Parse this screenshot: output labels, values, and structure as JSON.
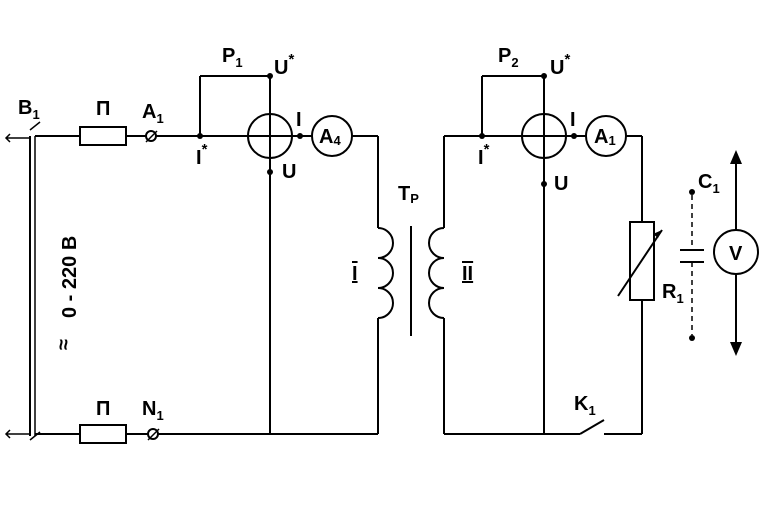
{
  "labels": {
    "breaker": "B",
    "breaker_sub": "1",
    "voltage_range": "0 - 220 B",
    "ac_symbol": "≈",
    "fuse_top": "П",
    "fuse_bottom": "П",
    "ammeter_top": "A",
    "ammeter_top_sub": "1",
    "neutral": "N",
    "neutral_sub": "1",
    "wattmeter1": "P",
    "wattmeter1_sub": "1",
    "wattmeter2": "P",
    "wattmeter2_sub": "2",
    "u_star": "U",
    "star": "*",
    "current_i": "I",
    "i_star": "I",
    "u_plain": "U",
    "ammeter4_letter": "A",
    "ammeter4_sub": "4",
    "ammeter1_letter": "A",
    "ammeter1_sub": "1",
    "transformer": "T",
    "transformer_sub": "P",
    "winding1": "I",
    "winding2": "II",
    "capacitor": "C",
    "capacitor_sub": "1",
    "resistor": "R",
    "resistor_sub": "1",
    "voltmeter": "V",
    "switch": "K",
    "switch_sub": "1"
  }
}
